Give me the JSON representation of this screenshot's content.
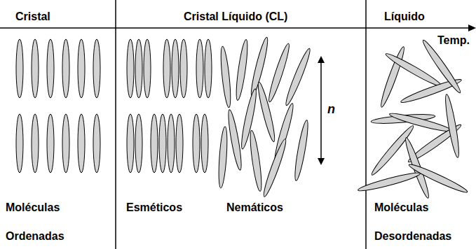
{
  "diagram": {
    "labels": [
      "Cristal",
      "Cristal Líquido (CL)",
      "Líquido",
      "Temp.",
      "n",
      "Moléculas",
      "Ordenadas",
      "Esméticos",
      "Nemáticos",
      "Moléculas",
      "Desordenadas"
    ]
  }
}
